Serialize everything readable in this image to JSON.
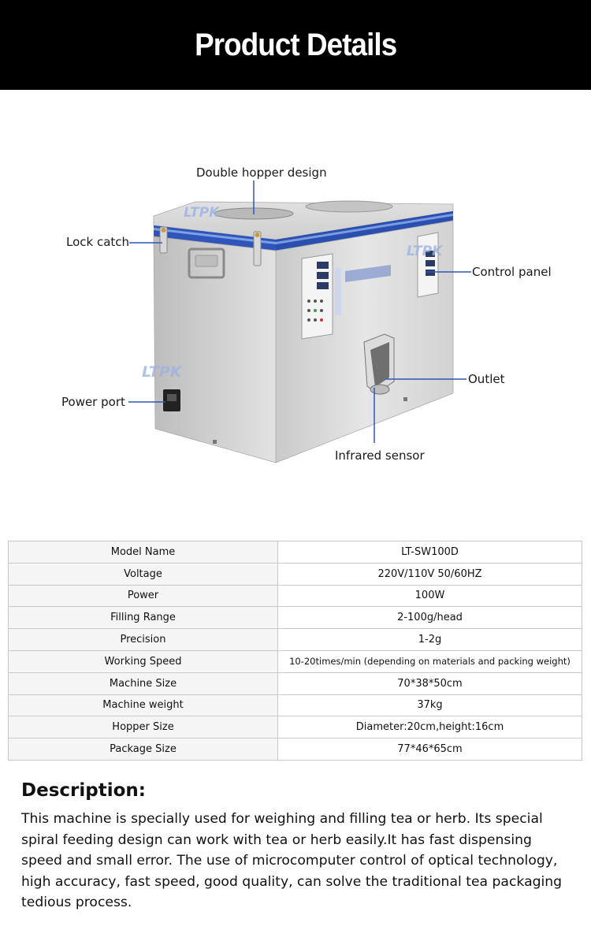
{
  "header": {
    "title": "Product Details"
  },
  "figure": {
    "brand_watermark": "LTPK",
    "callouts": {
      "double_hopper": "Double hopper design",
      "lock_catch": "Lock catch",
      "control_panel": "Control panel",
      "outlet": "Outlet",
      "power_port": "Power port",
      "infrared_sensor": "Infrared sensor"
    }
  },
  "specs": {
    "rows": [
      {
        "label": "Model Name",
        "value": "LT-SW100D"
      },
      {
        "label": "Voltage",
        "value": "220V/110V 50/60HZ"
      },
      {
        "label": "Power",
        "value": "100W"
      },
      {
        "label": "Filling Range",
        "value": "2-100g/head"
      },
      {
        "label": "Precision",
        "value": "1-2g"
      },
      {
        "label": "Working Speed",
        "value": "10-20times/min (depending on materials and packing weight)"
      },
      {
        "label": "Machine Size",
        "value": "70*38*50cm"
      },
      {
        "label": "Machine weight",
        "value": "37kg"
      },
      {
        "label": "Hopper Size",
        "value": "Diameter:20cm,height:16cm"
      },
      {
        "label": "Package Size",
        "value": "77*46*65cm"
      }
    ]
  },
  "description": {
    "title": "Description:",
    "body": "This machine is specially used for weighing and filling tea or herb. Its special spiral feeding design can work with tea or herb easily.It has fast dispensing speed and small error. The use of microcomputer control of optical technology, high accuracy, fast speed, good quality, can solve the traditional tea packaging tedious process."
  },
  "colors": {
    "header_bg": "#000000",
    "stripe_blue": "#2f55b8",
    "steel": "#c8c8c8",
    "table_border": "#c9c9c9"
  }
}
